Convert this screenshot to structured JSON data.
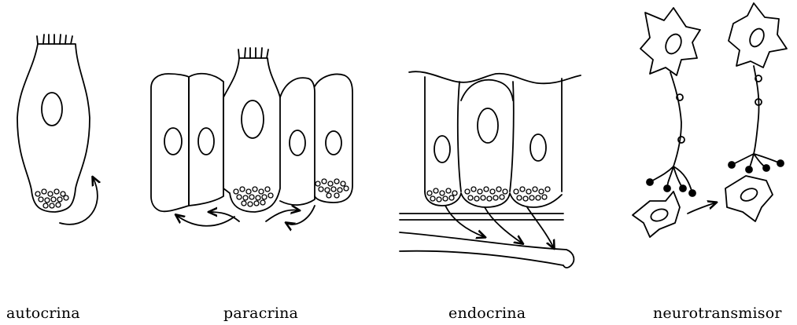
{
  "panels": [
    {
      "id": "autocrina",
      "label": "autocrina"
    },
    {
      "id": "paracrina",
      "label": "paracrina"
    },
    {
      "id": "endocrina",
      "label": "endocrina"
    },
    {
      "id": "neurotransmisor",
      "label": "neurotransmisor"
    }
  ]
}
